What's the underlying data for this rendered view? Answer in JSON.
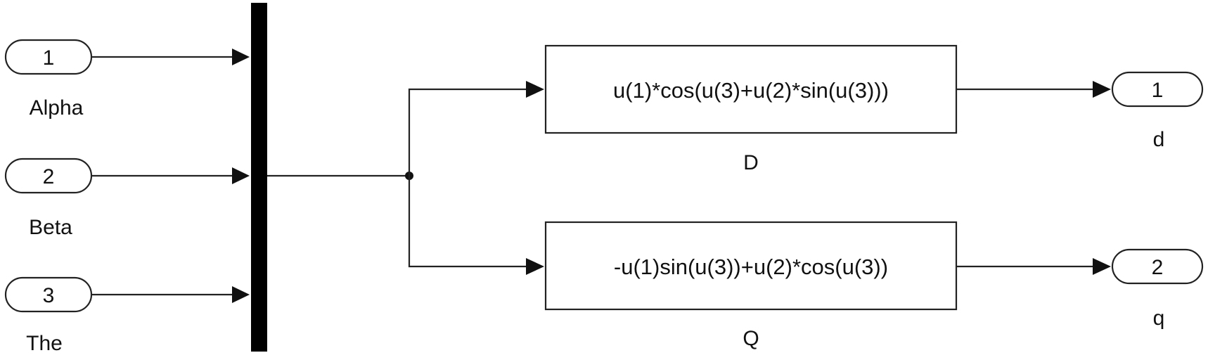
{
  "inports": [
    {
      "number": "1",
      "label": "Alpha"
    },
    {
      "number": "2",
      "label": "Beta"
    },
    {
      "number": "3",
      "label": "The"
    }
  ],
  "fcn_blocks": [
    {
      "expression": "u(1)*cos(u(3)+u(2)*sin(u(3)))",
      "label": "D"
    },
    {
      "expression": "-u(1)sin(u(3))+u(2)*cos(u(3))",
      "label": "Q"
    }
  ],
  "outports": [
    {
      "number": "1",
      "label": "d"
    },
    {
      "number": "2",
      "label": "q"
    }
  ],
  "colors": {
    "line": "#222222",
    "mux_bar": "#000000",
    "background": "#ffffff"
  }
}
